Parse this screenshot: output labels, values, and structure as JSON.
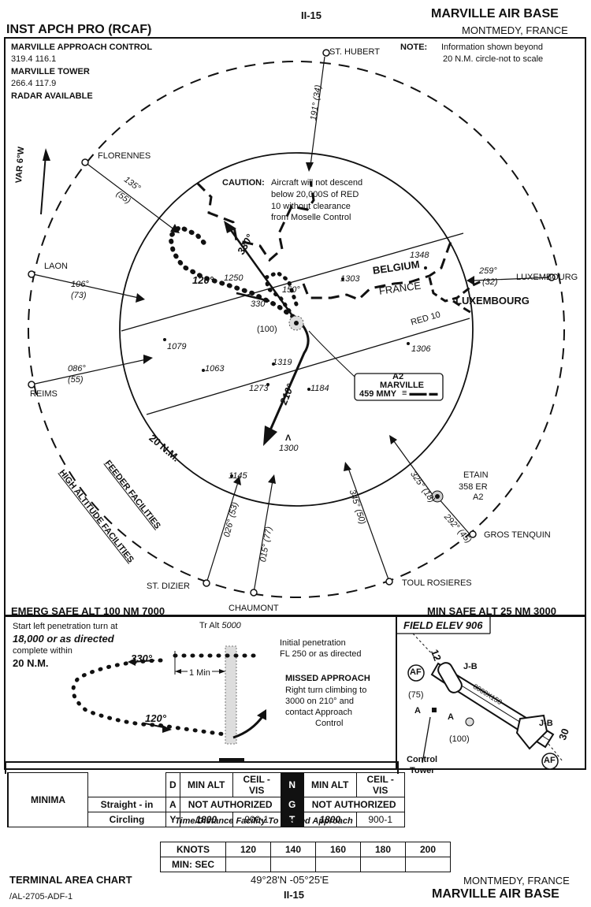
{
  "header": {
    "page": "II-15",
    "title": "INST APCH PRO (RCAF)",
    "airport": "MARVILLE AIR BASE",
    "location": "MONTMEDY, FRANCE"
  },
  "comms": [
    "MARVILLE APPROACH CONTROL",
    "319.4     116.1",
    "MARVILLE TOWER",
    "266.4     117.9",
    "RADAR AVAILABLE"
  ],
  "note": {
    "label": "NOTE:",
    "line1": "Information shown beyond",
    "line2": "20 N.M. circle-not to scale"
  },
  "caution": {
    "label": "CAUTION:",
    "lines": [
      "Aircraft will not descend",
      "below 20,000S of RED",
      "10 without clearance",
      "from Moselle Control"
    ]
  },
  "var": "VAR 6°W",
  "facilities": {
    "st_hubert": "ST. HUBERT",
    "florennes": "FLORENNES",
    "laon": "LAON",
    "reims": "REIMS",
    "luxembourg": "LUXEMBOURG",
    "st_dizier": "ST. DIZIER",
    "chaumont": "CHAUMONT",
    "toul": "TOUL ROSIERES",
    "gros": "GROS TENQUIN",
    "etain": "ETAIN",
    "etain_freq": "358   ER",
    "etain_id": "A2"
  },
  "radials": {
    "st_hubert": "191°",
    "st_hubert_d": "(34)",
    "florennes": "135°",
    "florennes_d": "(55)",
    "laon": "106°",
    "laon_d": "(73)",
    "reims": "086°",
    "reims_d": "(55)",
    "lux": "259°",
    "lux_d": "(32)",
    "st_dizier": "026°",
    "st_dizier_d": "(53)",
    "chaumont": "015°",
    "chaumont_d": "(77)",
    "toul": "345°",
    "toul_d": "(50)",
    "etain": "325°",
    "etain_d": "(18)",
    "gros": "292°",
    "gros_d": "(45)"
  },
  "plan": {
    "c330": "330°",
    "c120": "120°",
    "c150": "150°",
    "c330b": "330°",
    "c210": "210°",
    "hundred": "(100)",
    "belgium": "BELGIUM",
    "france": "FRANCE",
    "luxembourg_country": "LUXEMBOURG",
    "red10": "RED 10",
    "nm20": "20 N.M.",
    "feeder": "FEEDER FACILITIES",
    "high": "HIGH ALTITUDE FACILITIES",
    "beacon_id": "A2",
    "beacon_name": "MARVILLE",
    "beacon_freq": "459 MMY",
    "elev": [
      "1348",
      "1303",
      "1250",
      "1079",
      "1063",
      "1319",
      "1273",
      "1184",
      "1306",
      "1300",
      "1145"
    ]
  },
  "band": {
    "emerg": "EMERG SAFE ALT 100 NM 7000",
    "min_safe": "MIN SAFE ALT 25 NM 3000"
  },
  "profile": {
    "start": [
      "Start left penetration turn at",
      "18,000 or as directed",
      "complete within",
      "20 N.M."
    ],
    "tr_alt_label": "Tr Alt",
    "tr_alt_value": "5000",
    "initial": [
      "Initial penetration",
      "FL 250 or as directed"
    ],
    "one_min": "1 Min",
    "c330": "330°",
    "c120": "120°",
    "missed_title": "MISSED APPROACH",
    "missed": [
      "Right turn climbing to",
      "3000 on 210° and",
      "contact Approach",
      "Control"
    ]
  },
  "field": {
    "elev": "FIELD ELEV 906",
    "rw12": "12",
    "rw30": "30",
    "jb1": "J-B",
    "jb2": "J-B",
    "af": "AF",
    "rwy_dims": "8000X150",
    "h75": "(75)",
    "h100": "(100)",
    "a": "A",
    "tower": [
      "Control",
      "Tower"
    ]
  },
  "minima": {
    "label": "MINIMA",
    "col_d": "D",
    "col_a": "A",
    "col_y": "Y",
    "h_minalt": "MIN ALT",
    "h_ceil": "CEIL - VIS",
    "ngt": [
      "N",
      "G",
      "T"
    ],
    "straight": "Straight - in",
    "circling": "Circling",
    "not_auth": "NOT AUTHORIZED",
    "circ_alt": "1800",
    "circ_ceil": "900-1"
  },
  "timing": {
    "title": "Time/Distance Facility To Missed Approach",
    "knots_label": "KNOTS",
    "knots": [
      "120",
      "140",
      "160",
      "180",
      "200"
    ],
    "min_label": "MIN:  SEC"
  },
  "footer": {
    "chart": "TERMINAL AREA CHART",
    "id": "/AL-2705-ADF-1",
    "coords": "49°28'N -05°25'E",
    "page": "II-15",
    "location": "MONTMEDY, FRANCE",
    "airport": "MARVILLE AIR BASE"
  }
}
